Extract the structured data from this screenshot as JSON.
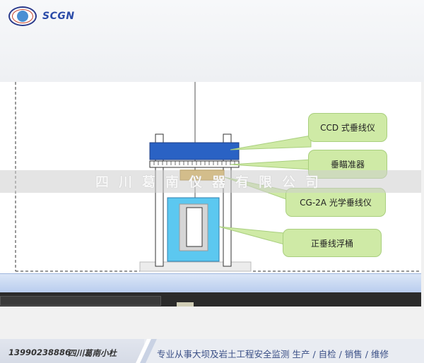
{
  "header": {
    "logo_text": "SCGN"
  },
  "diagram": {
    "labels": {
      "ccd": "CCD 式垂线仪",
      "collimator": "垂瞄准器",
      "optical": "CG-2A 光学垂线仪",
      "float": "正垂线浮桶"
    }
  },
  "watermark": {
    "text": "四川葛南仪器有限公司"
  },
  "footer": {
    "phone": "13990238886",
    "company": "四川葛南小杜",
    "slogan": "专业从事大坝及岩土工程安全监测 生产 / 自检 / 销售 / 维修"
  },
  "colors": {
    "accent_blue": "#2a62c4",
    "label_green": "#cfeaa6",
    "float_cyan": "#5cc8f0"
  }
}
